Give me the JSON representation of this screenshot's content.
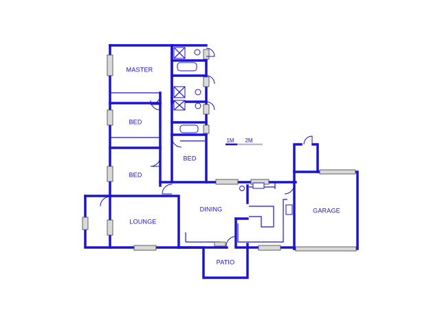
{
  "rooms": {
    "master": "MASTER",
    "bed1": "BED",
    "bed2": "BED",
    "bed3": "BED",
    "lounge": "LOUNGE",
    "dining": "DINING",
    "garage": "GARAGE",
    "patio": "PATIO"
  },
  "scale": {
    "label_1": "1M",
    "label_2": "2M"
  },
  "colors": {
    "wall": "#1a12d6",
    "window": "#d9d9d9",
    "background": "#ffffff"
  }
}
